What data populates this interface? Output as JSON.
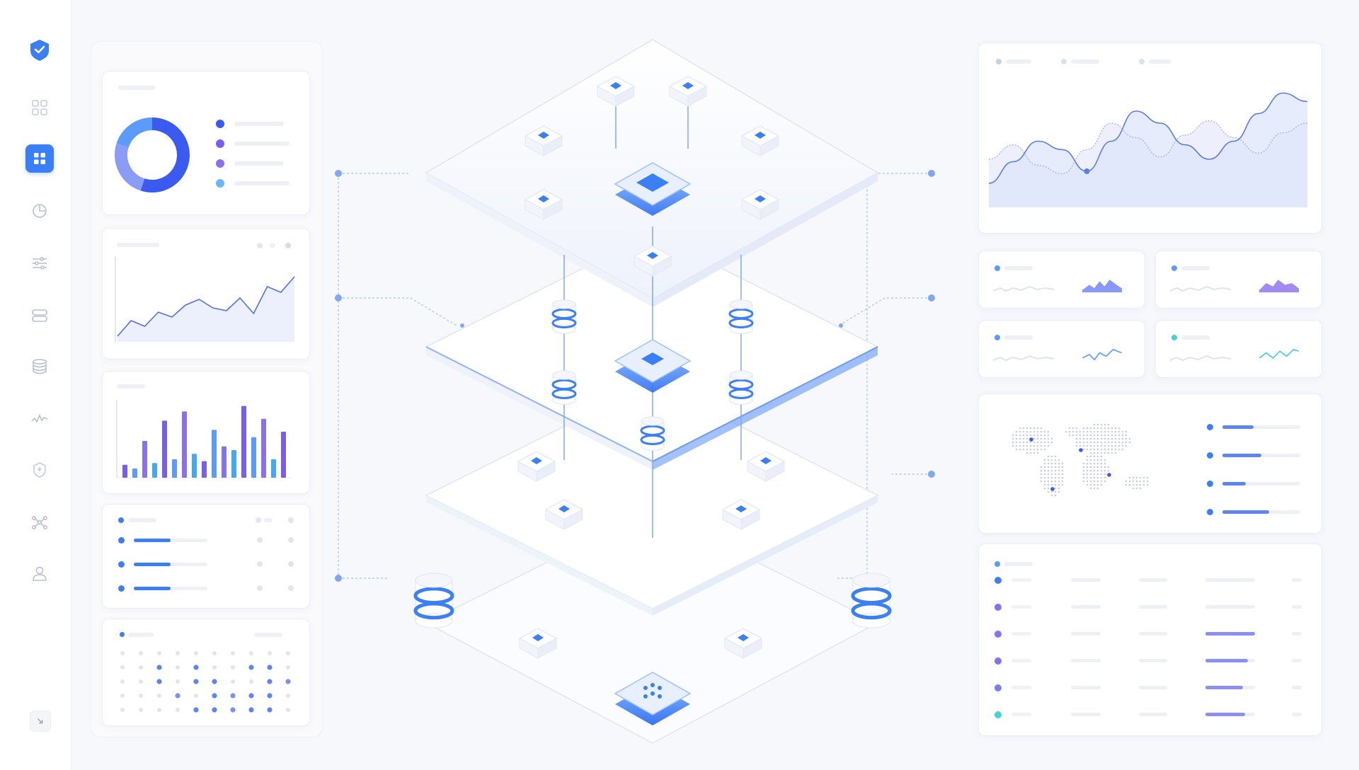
{
  "colors": {
    "accent": "#3b7ff5",
    "accent_light": "#5b9bff",
    "purple": "#8a6ff0",
    "violet": "#7a5cf0",
    "teal": "#45d0e0",
    "muted": "#c8cde0",
    "background": "#f7f8fc"
  },
  "sidebar": {
    "logo_icon": "shield-check-icon",
    "items": [
      {
        "icon": "grid-outline-icon",
        "active": false
      },
      {
        "icon": "dashboard-grid-icon",
        "active": true
      },
      {
        "icon": "pie-clock-icon",
        "active": false
      },
      {
        "icon": "sliders-icon",
        "active": false
      },
      {
        "icon": "server-stack-icon",
        "active": false
      },
      {
        "icon": "database-icon",
        "active": false
      },
      {
        "icon": "activity-wave-icon",
        "active": false
      },
      {
        "icon": "shield-icon",
        "active": false
      },
      {
        "icon": "network-nodes-icon",
        "active": false
      },
      {
        "icon": "user-icon",
        "active": false
      }
    ],
    "collapse_icon": "collapse-arrow-icon"
  },
  "left_panel": {
    "donut_card": {
      "segments": [
        0.55,
        0.25,
        0.2
      ],
      "legend_colors": [
        "#3b5bf0",
        "#7a5cf0",
        "#8a6ff0",
        "#6cb6f5"
      ]
    },
    "line_card": {
      "points": [
        8,
        30,
        22,
        42,
        35,
        52,
        60,
        48,
        44,
        62,
        40,
        78,
        70,
        92
      ]
    },
    "bar_card": {
      "values": [
        14,
        10,
        40,
        16,
        62,
        20,
        72,
        26,
        18,
        52,
        34,
        30,
        78,
        44,
        64,
        20,
        50
      ]
    },
    "list_card": {
      "progress": [
        0.55,
        0.55,
        0.55
      ]
    },
    "dot_matrix_card": {
      "rows": 5,
      "cols": 10
    }
  },
  "right_panel": {
    "area_chart": {
      "series_a": [
        20,
        38,
        55,
        48,
        30,
        55,
        80,
        70,
        52,
        40,
        55,
        78,
        95,
        88
      ],
      "series_b": [
        40,
        52,
        35,
        28,
        48,
        70,
        58,
        42,
        60,
        72,
        58,
        45,
        62,
        70
      ]
    },
    "mini_cards": [
      {
        "dot": "#5b9bff",
        "spark": "#6b7ff5"
      },
      {
        "dot": "#5b9bff",
        "spark": "#8a6ff0"
      },
      {
        "dot": "#5b9bff",
        "spark": "#5b9bff"
      },
      {
        "dot": "#45d0e0",
        "spark": "#45d0e0"
      }
    ],
    "map_card": {
      "legend_progress": [
        0.4,
        0.5,
        0.3,
        0.6
      ]
    },
    "table_card": {
      "row_colors": [
        "#3b7ff5",
        "#8a6ff0",
        "#8a6ff0",
        "#8a6ff0",
        "#7a7ff0",
        "#45d0e0"
      ],
      "progress": [
        0.0,
        0.0,
        1.0,
        0.85,
        0.75,
        0.8
      ]
    }
  }
}
